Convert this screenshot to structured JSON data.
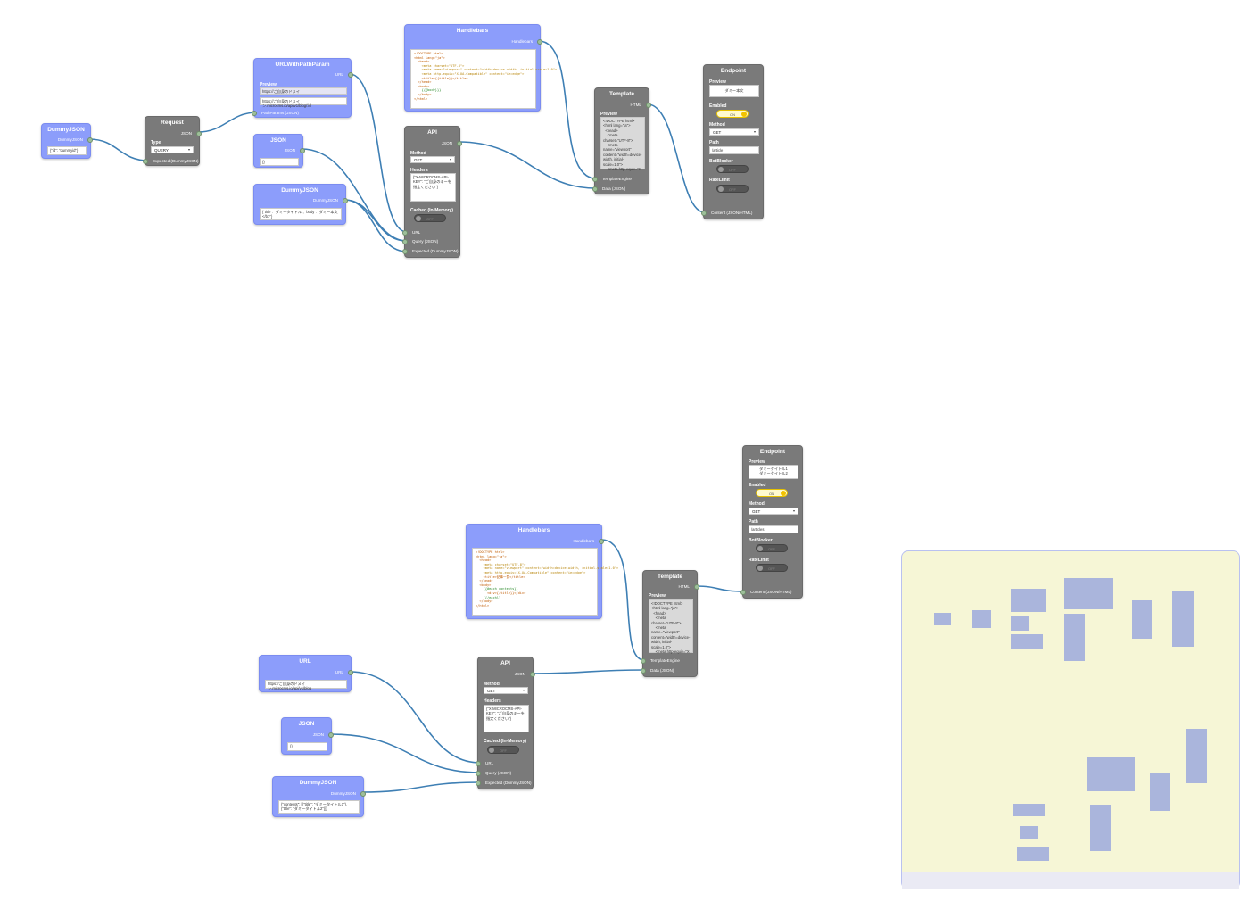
{
  "ports": {
    "json": "JSON",
    "url": "URL",
    "html": "HTML",
    "query": "Query (JSON)",
    "expected_dummy": "Expected (DummyJSON)",
    "path_params": "PathParams (JSON)",
    "template_engine": "TemplateEngine",
    "data_json": "Data (JSON)",
    "content": "Content (JSON/HTML)",
    "handlebars": "Handlebars",
    "dummyjson": "DummyJSON"
  },
  "fields": {
    "preview": "Preview",
    "type": "Type",
    "method": "Method",
    "headers": "Headers",
    "cached": "Cached (In-Memory)",
    "enabled": "Enabled",
    "path": "Path",
    "botblocker": "BotBlocker",
    "ratelimit": "RateLimit",
    "on": "ON",
    "off": "OFF"
  },
  "flow1": {
    "dummy": {
      "title": "DummyJSON",
      "value": "{\"id\": \"dummyid\"}"
    },
    "request": {
      "title": "Request",
      "type": "QUERY"
    },
    "urlparam": {
      "title": "URLWithPathParam",
      "preview": "https://ご自身のドメイ",
      "url": "https://ご自身のドメイン.microcms.io/api/v1/blog/:id"
    },
    "json": {
      "title": "JSON",
      "value": "{}"
    },
    "dummy2": {
      "title": "DummyJSON",
      "value": "{\"title\": \"ダミータイトル\", \"body\": \"ダミー本文</b>\"}"
    },
    "handlebars": {
      "title": "Handlebars",
      "code": [
        "<!DOCTYPE html>",
        "<html lang=\"ja\">",
        "  <head>",
        "    <meta charset=\"UTF-8\">",
        "    <meta name=\"viewport\" content=\"width=device-width, initial-scale=1.0\">",
        "    <meta http-equiv=\"X-UA-Compatible\" content=\"ie=edge\">",
        "    <title>{{title}}</title>",
        "  </head>",
        "  <body>",
        "    {{{body}}}",
        "  </body>",
        "</html>"
      ]
    },
    "api": {
      "title": "API",
      "method": "GET",
      "headers": "{\"X-MICROCMS-API-KEY\": \"ご自身のキーを指定ください\"}"
    },
    "template": {
      "title": "Template",
      "preview": "<!DOCTYPE html>\n<html lang=\"ja\">\n  <head>\n    <meta charset=\"UTF-8\">\n    <meta name=\"viewport\" content=\"width=device-width, initial-scale=1.0\">\n    <meta http-equiv=\"X"
    },
    "endpoint": {
      "title": "Endpoint",
      "preview": "ダミー本文",
      "method": "GET",
      "path": "/article"
    }
  },
  "flow2": {
    "url": {
      "title": "URL",
      "value": "https://ご自身のドメイン.microcms.io/api/v1/blog"
    },
    "json": {
      "title": "JSON",
      "value": "{}"
    },
    "dummy": {
      "title": "DummyJSON",
      "value": "{\"contents\": [{\"title\": \"ダミータイトル1\"},\n{\"title\": \"ダミータイトル2\"}]}"
    },
    "handlebars": {
      "title": "Handlebars",
      "code": [
        "<!DOCTYPE html>",
        "<html lang=\"ja\">",
        "  <head>",
        "    <meta charset=\"UTF-8\">",
        "    <meta name=\"viewport\" content=\"width=device-width, initial-scale=1.0\">",
        "    <meta http-equiv=\"X-UA-Compatible\" content=\"ie=edge\">",
        "    <title>記事一覧</title>",
        "  </head>",
        "  <body>",
        "    {{#each contents}}",
        "      <div>{{title}}</div>",
        "    {{/each}}",
        "  </body>",
        "</html>"
      ]
    },
    "api": {
      "title": "API",
      "method": "GET",
      "headers": "{\"X-MICROCMS-API-KEY\": \"ご自身のキーを指定ください\"}"
    },
    "template": {
      "title": "Template",
      "preview": "<!DOCTYPE html>\n<html lang=\"ja\">\n  <head>\n    <meta charset=\"UTF-8\">\n    <meta name=\"viewport\" content=\"width=device-width, initial-scale=1.0\">\n    <meta http-equiv=\"X"
    },
    "endpoint": {
      "title": "Endpoint",
      "preview": "ダミータイトル1\nダミータイトル2",
      "method": "GET",
      "path": "/articles"
    }
  },
  "colors": {
    "node_blue": "#8c9dfb",
    "node_gray": "#7a7a7a",
    "wire": "#3e7fb4",
    "port": "#9ebf9a",
    "toggle_on": "#f2c200",
    "minimap_bg": "#f6f6d6"
  }
}
